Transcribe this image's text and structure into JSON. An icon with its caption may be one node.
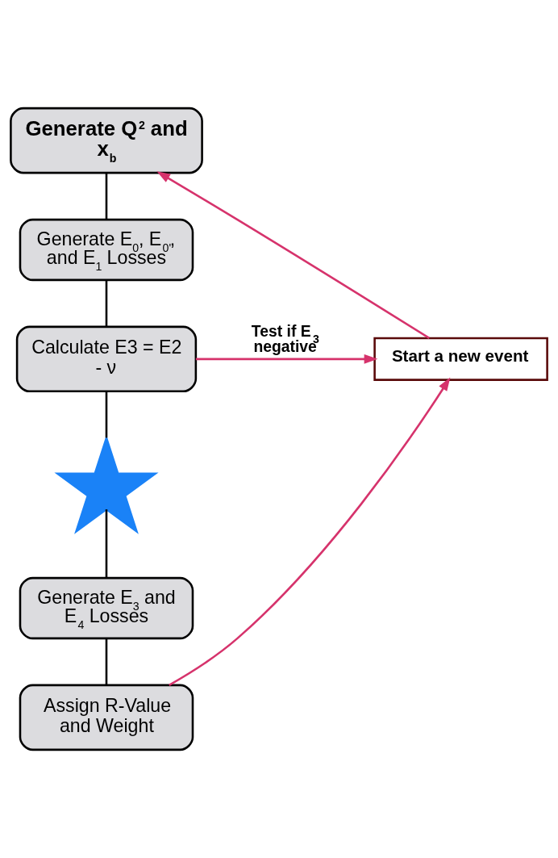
{
  "diagram": {
    "nodes": [
      {
        "text": [
          "Generate Q$^{2}$ and x$_{b}$"
        ]
      },
      {
        "text": [
          "Generate E$_{0}$, E$_{0'}$, and E$_{1}$ Losses"
        ]
      },
      {
        "text": [
          "Calculate E3 = E2 - ν"
        ]
      },
      {
        "text": [],
        "shape": "star"
      },
      {
        "text": [
          "Generate E$_{3}$ and E$_{4}$ Losses"
        ]
      },
      {
        "text": [
          "Assign R-Value and Weight"
        ]
      },
      {
        "text": [
          "Start a new event"
        ]
      }
    ],
    "edges": [
      {
        "from": 0,
        "to": 1,
        "arrow": "none"
      },
      {
        "from": 1,
        "to": 2,
        "arrow": "none"
      },
      {
        "from": 2,
        "to": 3,
        "arrow": "none"
      },
      {
        "from": 3,
        "to": 4,
        "arrow": "none"
      },
      {
        "from": 4,
        "to": 5,
        "arrow": "none"
      },
      {
        "from": 2,
        "to": 6,
        "arrow": "to",
        "label": "Test if E$_{3}$ negative",
        "color": "#d6336c"
      },
      {
        "from": 5,
        "to": 6,
        "arrow": "to",
        "color": "#d6336c"
      },
      {
        "from": 6,
        "to": 0,
        "arrow": "to",
        "color": "#d6336c"
      }
    ]
  }
}
